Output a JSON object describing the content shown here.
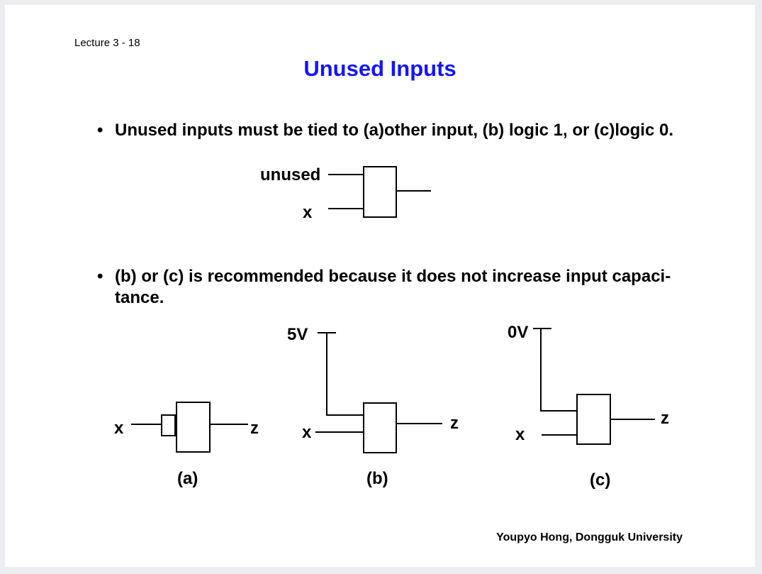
{
  "colors": {
    "title_blue": "#1414ff",
    "margin_gray": "#ebedf1",
    "line_black": "#000000"
  },
  "slide": {
    "lecture_label": "Lecture 3 - 18",
    "title": "Unused Inputs",
    "bullet1": {
      "marker": "•",
      "line1": "Unused inputs must be tied to (a)other input, (b) logic 1, or (c)logic 0."
    },
    "bullet2": {
      "marker": "•",
      "line1": "(b) or (c) is recommended because it does not increase input capaci-",
      "line2": "tance."
    },
    "footer": "Youpyo Hong, Dongguk University"
  },
  "diagrams": {
    "top_gate": {
      "input1_label": "unused",
      "input2_label": "x"
    },
    "a": {
      "input_label": "x",
      "output_label": "z",
      "caption": "(a)"
    },
    "b": {
      "rail_label": "5V",
      "input_label": "x",
      "output_label": "z",
      "caption": "(b)"
    },
    "c": {
      "rail_label": "0V",
      "input_label": "x",
      "output_label": "z",
      "caption": "(c)"
    }
  }
}
